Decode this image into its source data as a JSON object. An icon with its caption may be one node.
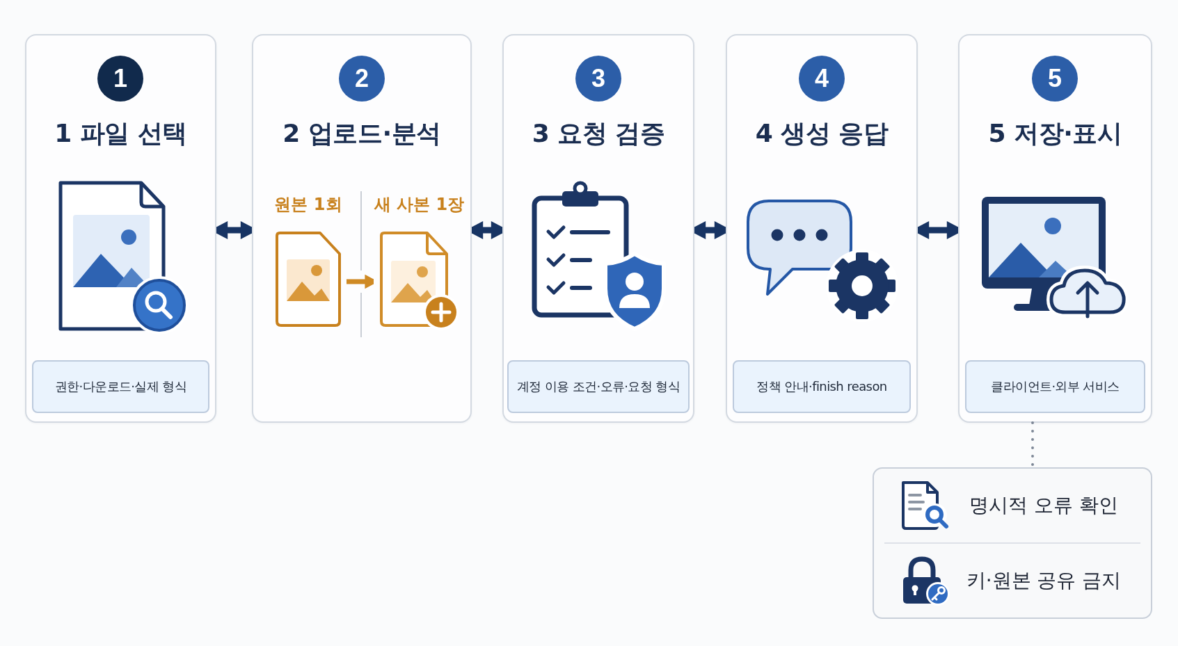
{
  "diagram": {
    "nodes": [
      {
        "text": [
          "1 파일 선택"
        ]
      },
      {
        "text": [
          "1"
        ],
        "in": 0
      },
      {
        "text": [
          "권한·다운로드·실제 형식"
        ],
        "in": 0
      },
      {
        "text": [
          "2 업로드·분석"
        ]
      },
      {
        "text": [
          "2"
        ],
        "in": 3
      },
      {
        "text": [
          "원본 1회"
        ],
        "in": 3
      },
      {
        "text": [
          "새 사본 1장"
        ],
        "in": 3
      },
      {
        "text": [
          "3 요청 검증"
        ]
      },
      {
        "text": [
          "3"
        ],
        "in": 7
      },
      {
        "text": [
          "계정 이용 조건·오류·요청 형식"
        ],
        "in": 7
      },
      {
        "text": [
          "4 생성 응답"
        ]
      },
      {
        "text": [
          "4"
        ],
        "in": 10
      },
      {
        "text": [
          "정책 안내·finish reason"
        ],
        "in": 10
      },
      {
        "text": [
          "5 저장·표시"
        ]
      },
      {
        "text": [
          "5"
        ],
        "in": 13
      },
      {
        "text": [
          "클라이언트·외부 서비스"
        ],
        "in": 13
      },
      {
        "text": [
          "명시적 오류 확인",
          "키·원본 공유 금지"
        ]
      }
    ],
    "edges": [
      {
        "from": 0,
        "to": 3,
        "arrow": "both"
      },
      {
        "from": 5,
        "to": 6,
        "arrow": "to",
        "color": "#cf8a24"
      },
      {
        "from": 3,
        "to": 7,
        "arrow": "both"
      },
      {
        "from": 7,
        "to": 10,
        "arrow": "both"
      },
      {
        "from": 10,
        "to": 13,
        "arrow": "both"
      },
      {
        "from": 13,
        "to": 16,
        "arrow": "none",
        "style": "dashed",
        "color": "#7d8796"
      }
    ]
  }
}
